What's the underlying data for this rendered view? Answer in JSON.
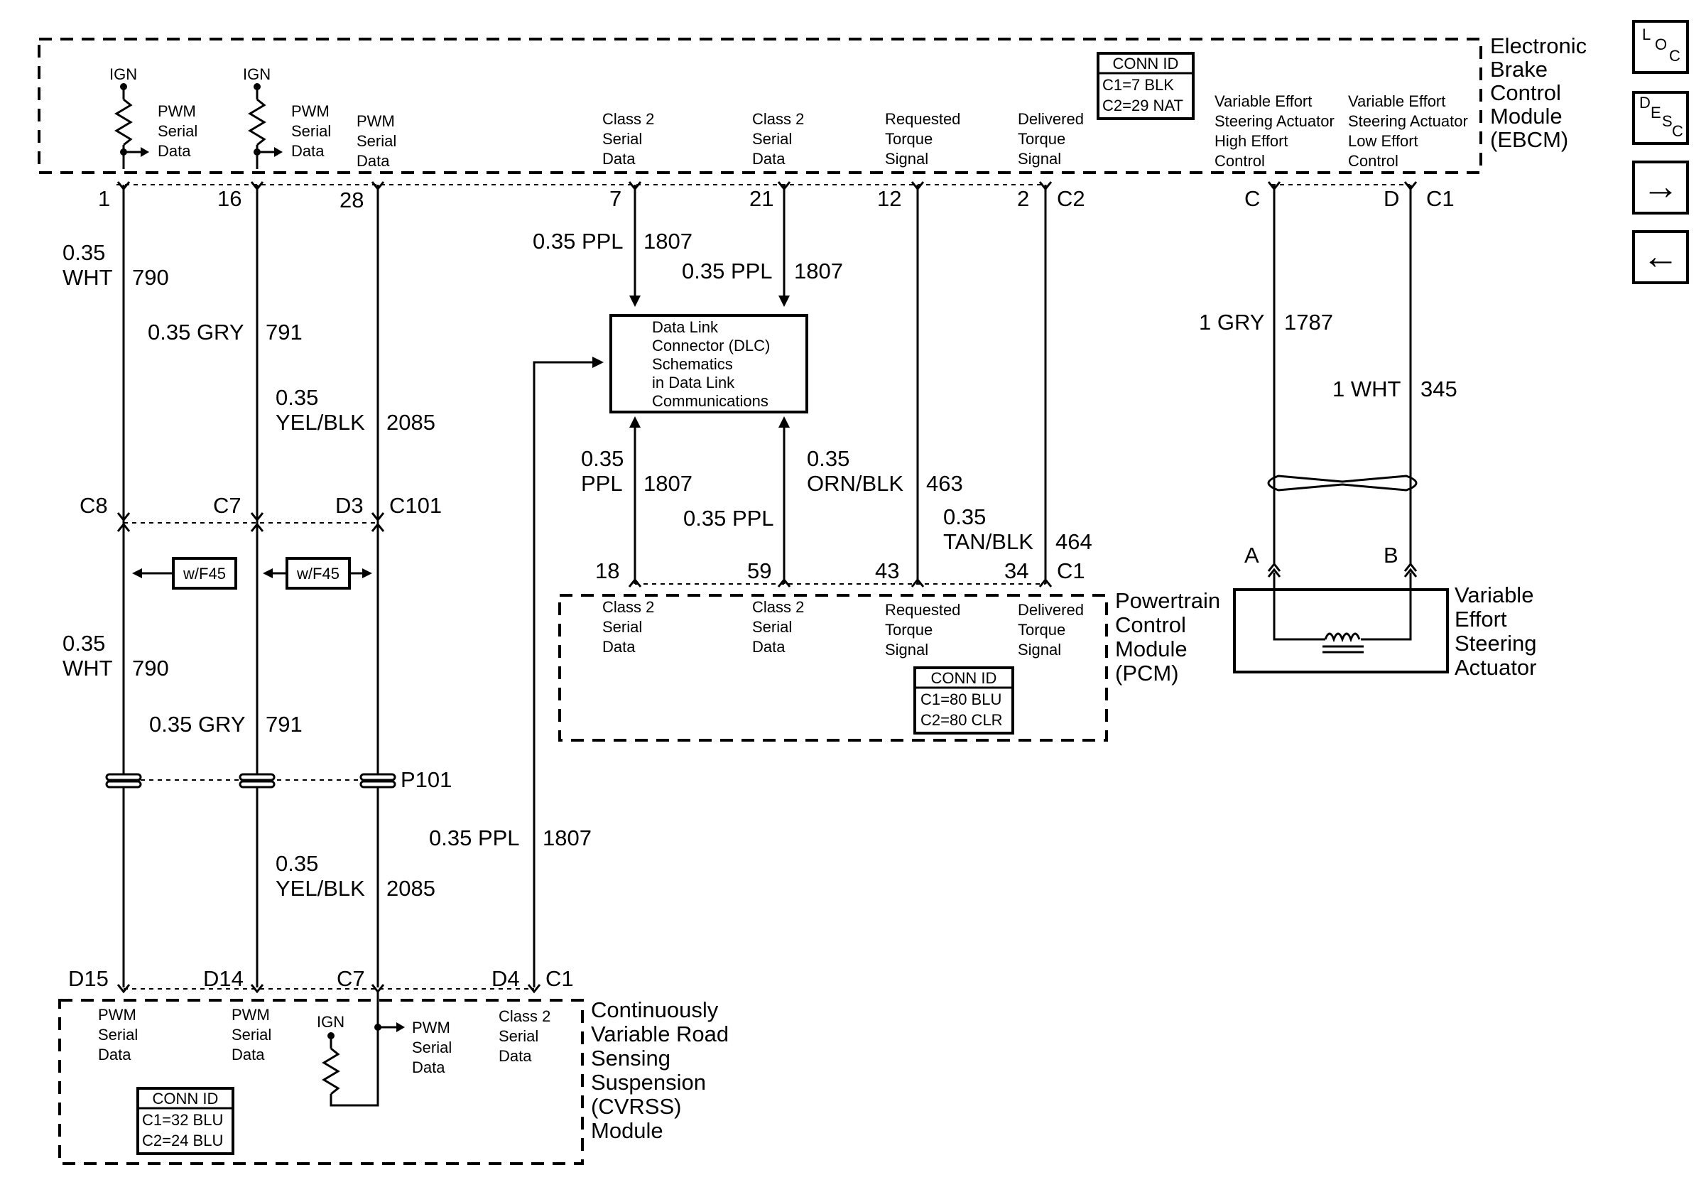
{
  "ebcm": {
    "name": [
      "Electronic",
      "Brake",
      "Control",
      "Module",
      "(EBCM)"
    ],
    "conn_title": "CONN ID",
    "conn": [
      "C1=7 BLK",
      "C2=29 NAT"
    ]
  },
  "pcm": {
    "name": [
      "Powertrain",
      "Control",
      "Module",
      "(PCM)"
    ],
    "conn_title": "CONN ID",
    "conn": [
      "C1=80 BLU",
      "C2=80 CLR"
    ]
  },
  "cvrss": {
    "name": [
      "Continuously",
      "Variable Road",
      "Sensing",
      "Suspension",
      "(CVRSS)",
      "Module"
    ],
    "conn_title": "CONN ID",
    "conn": [
      "C1=32 BLU",
      "C2=24 BLU"
    ]
  },
  "actuator": {
    "name": [
      "Variable",
      "Effort",
      "Steering",
      "Actuator"
    ],
    "pin_a": "A",
    "pin_b": "B"
  },
  "dlc": {
    "text": [
      "Data Link",
      "Connector (DLC)",
      "Schematics",
      "in Data Link",
      "Communications"
    ]
  },
  "ign": "IGN",
  "pwm": [
    "PWM",
    "Serial",
    "Data"
  ],
  "class2": [
    "Class 2",
    "Serial",
    "Data"
  ],
  "req_torque": [
    "Requested",
    "Torque",
    "Signal"
  ],
  "del_torque": [
    "Delivered",
    "Torque",
    "Signal"
  ],
  "ve_high": [
    "Variable Effort",
    "Steering Actuator",
    "High Effort",
    "Control"
  ],
  "ve_low": [
    "Variable Effort",
    "Steering Actuator",
    "Low Effort",
    "Control"
  ],
  "pins": {
    "ebcm_1": "1",
    "ebcm_16": "16",
    "ebcm_28": "28",
    "ebcm_7": "7",
    "ebcm_21": "21",
    "ebcm_12": "12",
    "ebcm_2": "2",
    "ebcm_c2": "C2",
    "ebcm_c": "C",
    "ebcm_d": "D",
    "ebcm_c1": "C1",
    "c101_c8": "C8",
    "c101_c7": "C7",
    "c101_d3": "D3",
    "c101": "C101",
    "p101": "P101",
    "pcm_18": "18",
    "pcm_59": "59",
    "pcm_43": "43",
    "pcm_34": "34",
    "pcm_c1": "C1",
    "cv_d15": "D15",
    "cv_d14": "D14",
    "cv_c7": "C7",
    "cv_d4": "D4",
    "cv_c1": "C1"
  },
  "wires": {
    "w790_gauge": "0.35",
    "w790_color": "WHT",
    "w790_circuit": "790",
    "w791": "0.35 GRY",
    "w791_circuit": "791",
    "w2085_gauge": "0.35",
    "w2085_color": "YEL/BLK",
    "w2085_circuit": "2085",
    "w1807a": "0.35 PPL",
    "w1807a_circuit": "1807",
    "w1807b": "0.35 PPL",
    "w1807b_circuit": "1807",
    "w1807c_gauge": "0.35",
    "w1807c_color": "PPL",
    "w1807c_circuit": "1807",
    "w1807d": "0.35 PPL",
    "w463_gauge": "0.35",
    "w463_color": "ORN/BLK",
    "w463_circuit": "463",
    "w464_gauge": "0.35",
    "w464_color": "TAN/BLK",
    "w464_circuit": "464",
    "w1787": "1 GRY",
    "w1787_circuit": "1787",
    "w345": "1 WHT",
    "w345_circuit": "345",
    "w1807e": "0.35 PPL",
    "w1807e_circuit": "1807",
    "w790b_gauge": "0.35",
    "w790b_color": "WHT",
    "w790b_circuit": "790",
    "w791b": "0.35 GRY",
    "w791b_circuit": "791",
    "w2085b_gauge": "0.35",
    "w2085b_color": "YEL/BLK",
    "w2085b_circuit": "2085"
  },
  "option": "w/F45",
  "nav": {
    "loc": [
      "L",
      "O",
      "C"
    ],
    "desc": [
      "D",
      "E",
      "S",
      "C"
    ],
    "next": "→",
    "prev": "←"
  }
}
